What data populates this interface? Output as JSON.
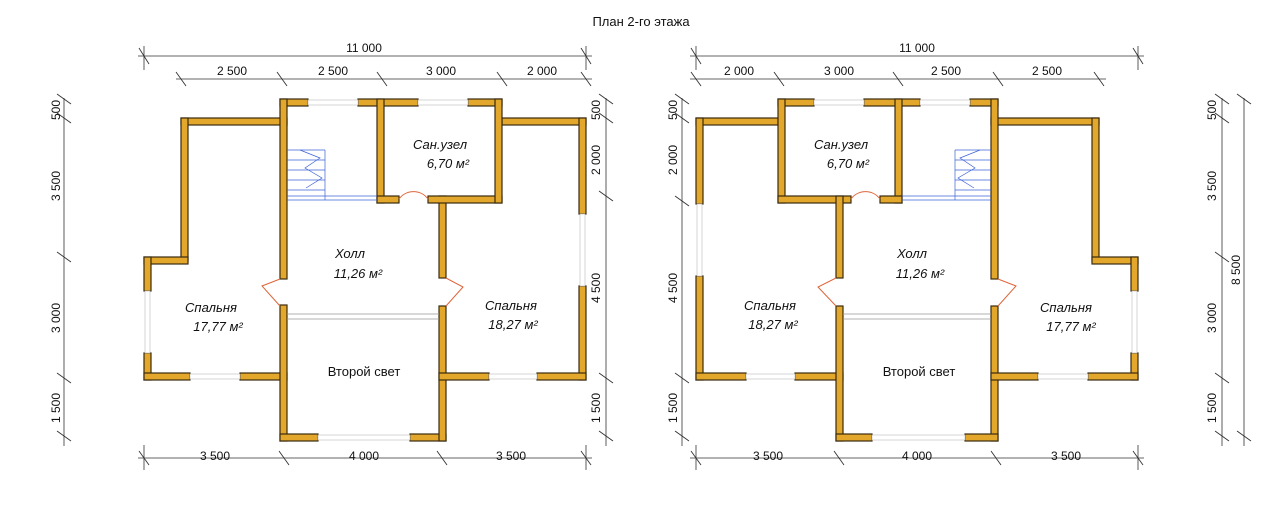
{
  "title": "План 2-го этажа",
  "colors": {
    "wall": "#e3a82b",
    "wall_outline": "#3a2b10",
    "door": "#e0653a",
    "stairs": "#3d63d6"
  },
  "left_plan": {
    "overall_top": "11 000",
    "top_dims": [
      "2 500",
      "2 500",
      "3 000",
      "2 000"
    ],
    "bottom_dims": [
      "3 500",
      "4 000",
      "3 500"
    ],
    "left_dims": [
      "500",
      "3 500",
      "3 000",
      "1 500"
    ],
    "right_dims": [
      "500",
      "2 000",
      "4 500",
      "1 500"
    ],
    "rooms": {
      "bath_name": "Сан.узел",
      "bath_area": "6,70 м²",
      "hall_name": "Холл",
      "hall_area": "11,26 м²",
      "bed_left_name": "Спальня",
      "bed_left_area": "17,77 м²",
      "bed_right_name": "Спальня",
      "bed_right_area": "18,27 м²",
      "second_light": "Второй свет"
    }
  },
  "right_plan": {
    "overall_top": "11 000",
    "top_dims": [
      "2 000",
      "3 000",
      "2 500",
      "2 500"
    ],
    "bottom_dims": [
      "3 500",
      "4 000",
      "3 500"
    ],
    "left_dims": [
      "500",
      "2 000",
      "4 500",
      "1 500"
    ],
    "right_dims": [
      "500",
      "3 500",
      "3 000",
      "1 500"
    ],
    "overall_right": "8 500",
    "rooms": {
      "bath_name": "Сан.узел",
      "bath_area": "6,70 м²",
      "hall_name": "Холл",
      "hall_area": "11,26 м²",
      "bed_left_name": "Спальня",
      "bed_left_area": "18,27 м²",
      "bed_right_name": "Спальня",
      "bed_right_area": "17,77 м²",
      "second_light": "Второй свет"
    }
  }
}
